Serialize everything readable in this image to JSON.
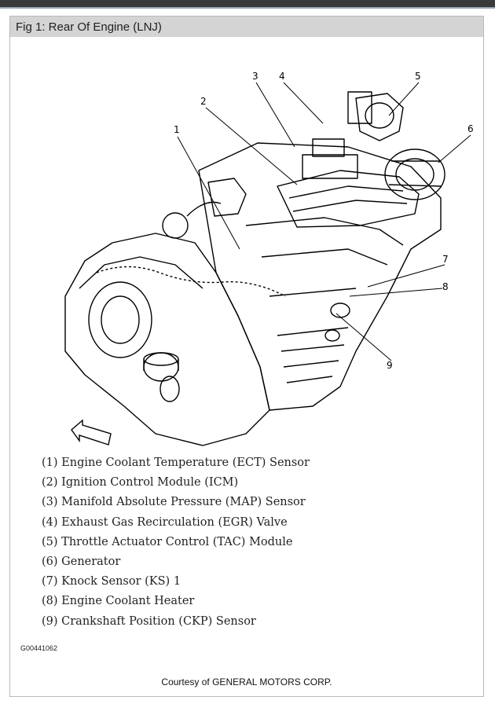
{
  "figure": {
    "title": "Fig 1: Rear Of Engine (LNJ)",
    "figure_code": "G00441062",
    "courtesy": "Courtesy of GENERAL MOTORS CORP."
  },
  "callouts": [
    "1",
    "2",
    "3",
    "4",
    "5",
    "6",
    "7",
    "8",
    "9"
  ],
  "legend": [
    {
      "text": "(1) Engine Coolant Temperature (ECT) Sensor"
    },
    {
      "text": "(2) Ignition Control Module (ICM)"
    },
    {
      "text": "(3) Manifold Absolute Pressure (MAP) Sensor"
    },
    {
      "text": "(4) Exhaust Gas Recirculation (EGR) Valve"
    },
    {
      "text": "(5) Throttle Actuator Control (TAC) Module"
    },
    {
      "text": "(6) Generator"
    },
    {
      "text": "(7) Knock Sensor (KS) 1"
    },
    {
      "text": "(8) Engine Coolant Heater"
    },
    {
      "text": "(9) Crankshaft Position (CKP) Sensor"
    }
  ],
  "colors": {
    "title_bar": "#d4d4d4",
    "frame_border": "#b9b9b9",
    "line_art": "#000000"
  }
}
